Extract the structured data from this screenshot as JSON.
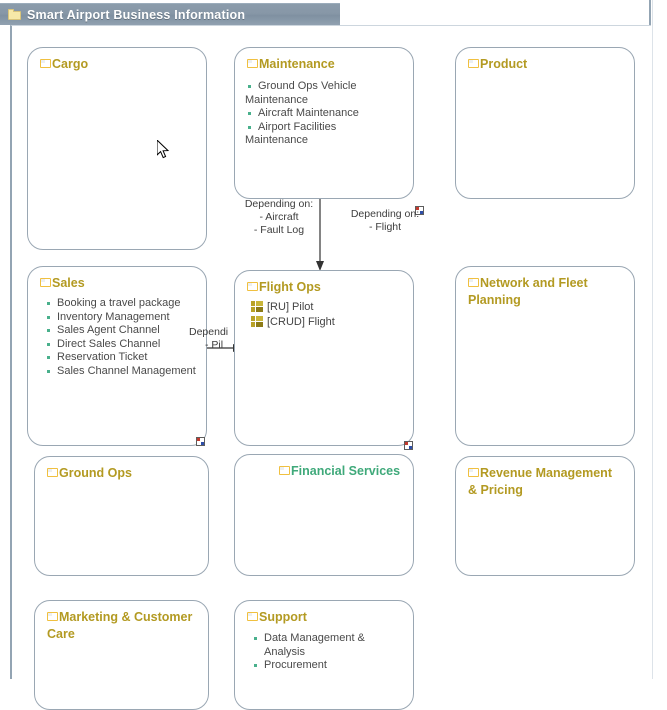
{
  "window": {
    "title": "Smart Airport Business Information",
    "title_icon": "folder-icon",
    "titlebar_color": "#8797a7",
    "title_text_color": "#ffffff"
  },
  "theme": {
    "package_title_color": "#b39a22",
    "package_title_alt_color": "#3fa97a",
    "package_border_color": "#9aa7b3",
    "bullet_color": "#49b08c",
    "connector_color": "#333333",
    "canvas_background": "#ffffff"
  },
  "packages": [
    {
      "id": "cargo",
      "title": "Cargo",
      "icon": "package-icon",
      "title_color": "#b39a22",
      "items": [],
      "badge": false
    },
    {
      "id": "maintenance",
      "title": "Maintenance",
      "icon": "package-icon",
      "title_color": "#b39a22",
      "items": [
        {
          "text": "Ground Ops Vehicle",
          "bullet": true
        },
        {
          "text": "Maintenance",
          "bullet": false
        },
        {
          "text": "Aircraft Maintenance",
          "bullet": true
        },
        {
          "text": "Airport Facilities",
          "bullet": true
        },
        {
          "text": "Maintenance",
          "bullet": false
        }
      ],
      "badge": true
    },
    {
      "id": "product",
      "title": "Product",
      "icon": "package-icon",
      "title_color": "#b39a22",
      "items": [],
      "badge": false
    },
    {
      "id": "sales",
      "title": "Sales",
      "icon": "package-icon",
      "title_color": "#b39a22",
      "items": [
        {
          "text": "Booking a travel package",
          "bullet": true
        },
        {
          "text": "Inventory Management",
          "bullet": true
        },
        {
          "text": "Sales Agent Channel",
          "bullet": true
        },
        {
          "text": "Direct Sales Channel",
          "bullet": true
        },
        {
          "text": "Reservation Ticket",
          "bullet": true
        },
        {
          "text": "Sales Channel Management",
          "bullet": true
        }
      ],
      "badge": true
    },
    {
      "id": "flight-ops",
      "title": "Flight Ops",
      "icon": "package-icon",
      "title_color": "#b39a22",
      "grid_items": [
        {
          "text": "[RU] Pilot"
        },
        {
          "text": "[CRUD] Flight"
        }
      ],
      "badge": true
    },
    {
      "id": "network-and-fleet-planning",
      "title": "Network and Fleet Planning",
      "icon": "package-icon",
      "title_color": "#b39a22",
      "items": [],
      "badge": false
    },
    {
      "id": "ground-ops",
      "title": "Ground Ops",
      "icon": "package-icon",
      "title_color": "#b39a22",
      "items": [],
      "badge": false
    },
    {
      "id": "financial-services",
      "title": "Financial Services",
      "icon": "package-icon",
      "title_color": "#3fa97a",
      "items": [],
      "badge": false
    },
    {
      "id": "revenue-management-and-pricing",
      "title": "Revenue Management & Pricing",
      "icon": "package-icon",
      "title_color": "#b39a22",
      "items": [],
      "badge": false
    },
    {
      "id": "marketing-and-customer-care",
      "title": "Marketing & Customer Care",
      "icon": "package-icon",
      "title_color": "#b39a22",
      "items": [],
      "badge": false
    },
    {
      "id": "support",
      "title": "Support",
      "icon": "package-icon",
      "title_color": "#b39a22",
      "items": [
        {
          "text": "Data Management & Analysis",
          "bullet": true
        },
        {
          "text": "Procurement",
          "bullet": true
        }
      ],
      "badge": false
    }
  ],
  "connectors": [
    {
      "id": "maintenance-flight-ops",
      "label_line1": "Depending on:",
      "label_line2": "- Aircraft",
      "label_line3": "- Fault Log"
    },
    {
      "id": "flight-ops-maintenance",
      "label_line1": "Depending on:",
      "label_line2": "- Flight"
    },
    {
      "id": "sales-flight-ops",
      "label_line1": "Dependi",
      "label_line2": "- Pil"
    }
  ]
}
